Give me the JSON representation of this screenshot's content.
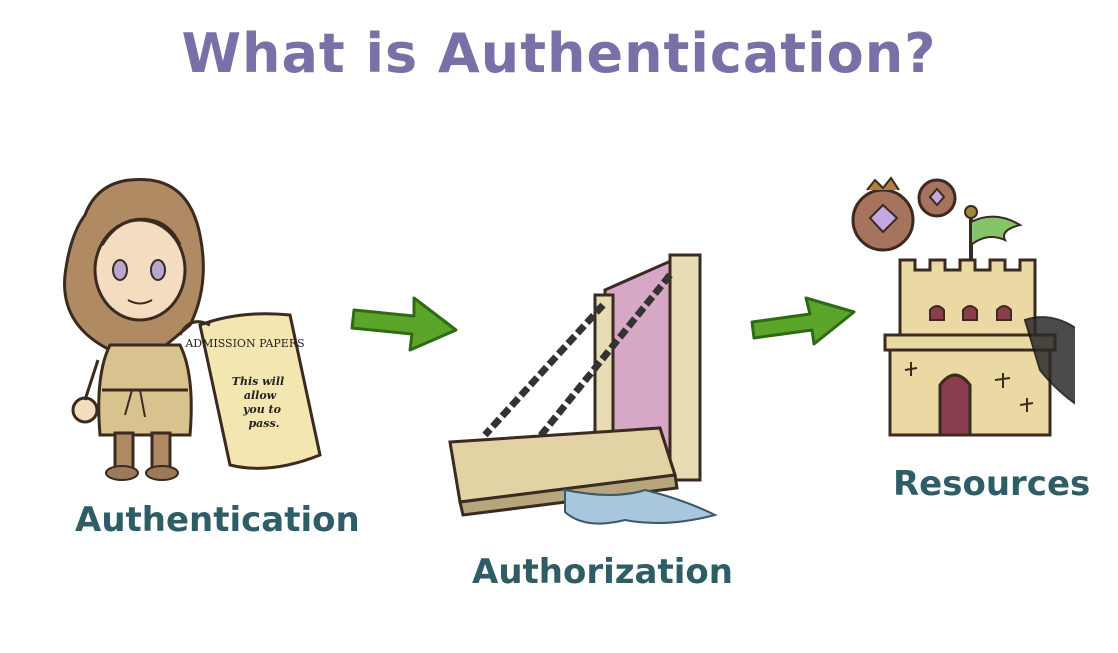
{
  "title": "What is Authentication?",
  "scroll": {
    "heading": "ADMISSION PAPERS",
    "body_lines": [
      "This will",
      "allow",
      "you to",
      "pass."
    ]
  },
  "labels": {
    "authentication": "Authentication",
    "authorization": "Authorization",
    "resources": "Resources"
  },
  "colors": {
    "title": "#7b6fa8",
    "labels": "#2e5d66",
    "arrows": "#5aa52a"
  }
}
